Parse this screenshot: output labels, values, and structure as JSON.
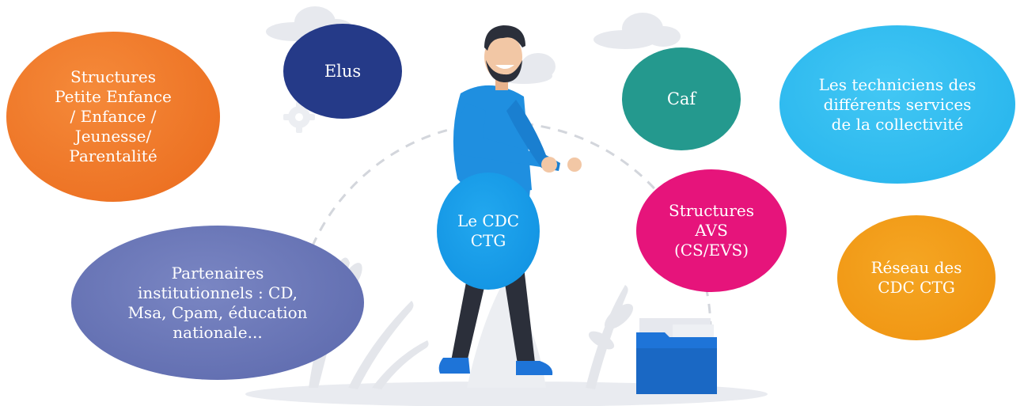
{
  "bubbles": {
    "enfance": "Structures\nPetite Enfance\n/ Enfance /\nJeunesse/\nParentalité",
    "elus": "Elus",
    "caf": "Caf",
    "techniciens": "Les techniciens des\ndifférents services\nde la collectivité",
    "cdc": "Le CDC\nCTG",
    "avs": "Structures\nAVS\n(CS/EVS)",
    "reseau": "Réseau des\nCDC CTG",
    "partenaires": "Partenaires\ninstitutionnels : CD,\nMsa, Cpam, éducation\nnationale..."
  }
}
